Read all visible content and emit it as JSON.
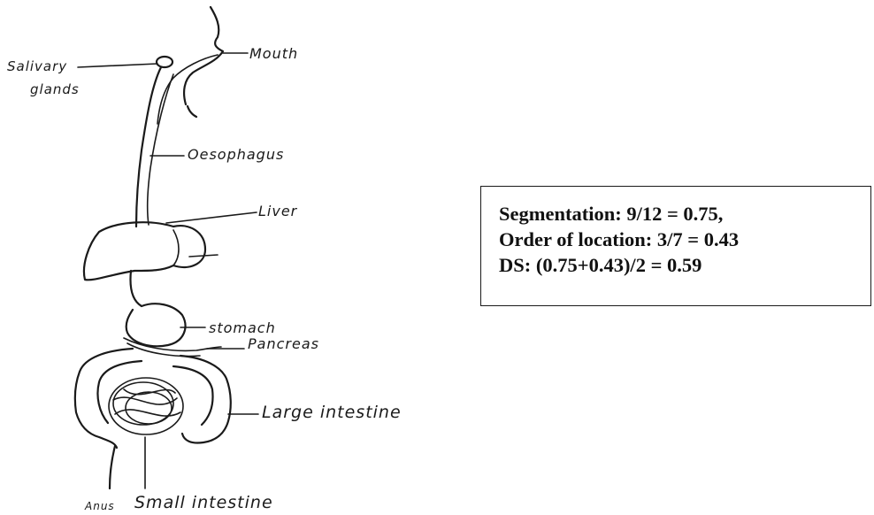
{
  "labels": {
    "salivary": "Salivary",
    "glands": "glands",
    "mouth": "Mouth",
    "oesophagus": "Oesophagus",
    "liver": "Liver",
    "stomach": "stomach",
    "pancreas": "Pancreas",
    "large_intestine": "Large intestine",
    "anus": "Anus",
    "small_intestine": "Small intestine"
  },
  "score_box": {
    "line1": "Segmentation: 9/12 = 0.75,",
    "line2": "Order of location: 3/7 = 0.43",
    "line3": "DS: (0.75+0.43)/2 = 0.59"
  }
}
